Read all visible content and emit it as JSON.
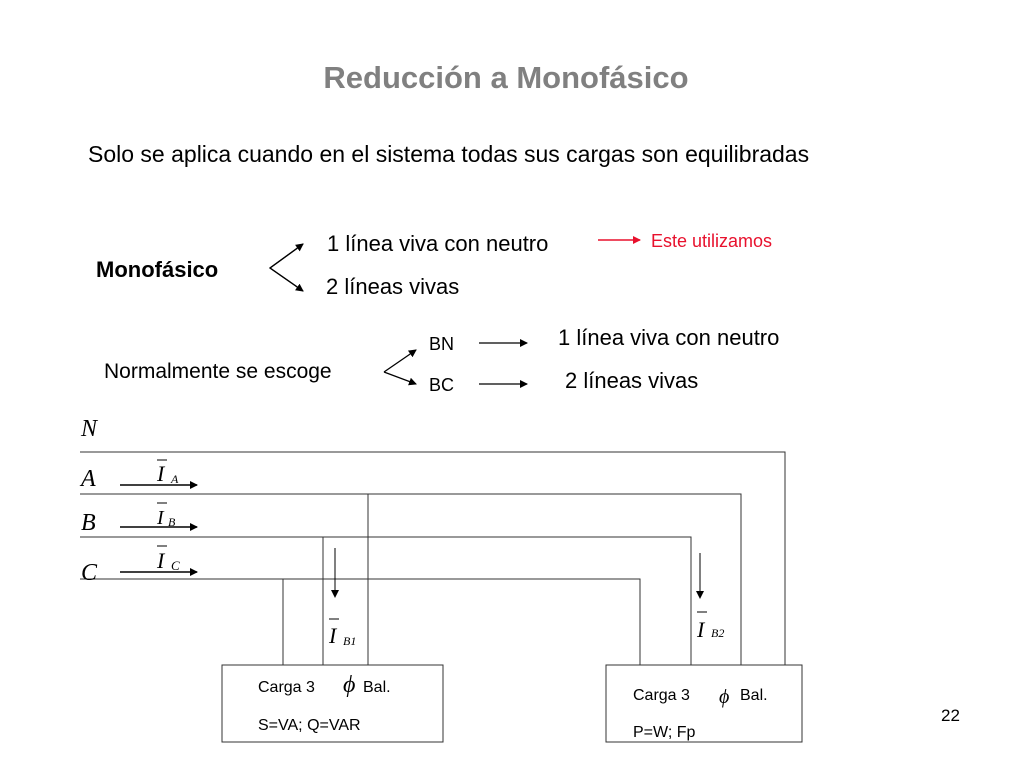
{
  "slide": {
    "title": "Reducción a Monofásico",
    "intro": "Solo se aplica cuando en el sistema todas sus cargas son equilibradas",
    "page_number": "22"
  },
  "monofasico": {
    "label": "Monofásico",
    "option1": "1 línea viva con neutro",
    "option2": "2 líneas vivas",
    "note": "Este utilizamos",
    "note_color": "#e8112d"
  },
  "seleccion": {
    "label": "Normalmente se escoge",
    "bn": "BN",
    "bc": "BC",
    "bn_result": "1 línea viva con neutro",
    "bc_result": "2 líneas vivas"
  },
  "diagram": {
    "lines": {
      "n": "N",
      "a": "A",
      "b": "B",
      "c": "C"
    },
    "currents": {
      "ia_main": "I",
      "ia_sub": "A",
      "ib_main": "I",
      "ib_sub": "B",
      "ic_main": "I",
      "ic_sub": "C",
      "ib1_main": "I",
      "ib1_sub": "B1",
      "ib2_main": "I",
      "ib2_sub": "B2"
    },
    "load1": {
      "line1_a": "Carga 3",
      "phi": "ϕ",
      "line1_b": "Bal.",
      "line2": "S=VA; Q=VAR"
    },
    "load2": {
      "line1_a": "Carga 3",
      "phi": "ϕ",
      "line1_b": "Bal.",
      "line2": "P=W; Fp"
    }
  }
}
